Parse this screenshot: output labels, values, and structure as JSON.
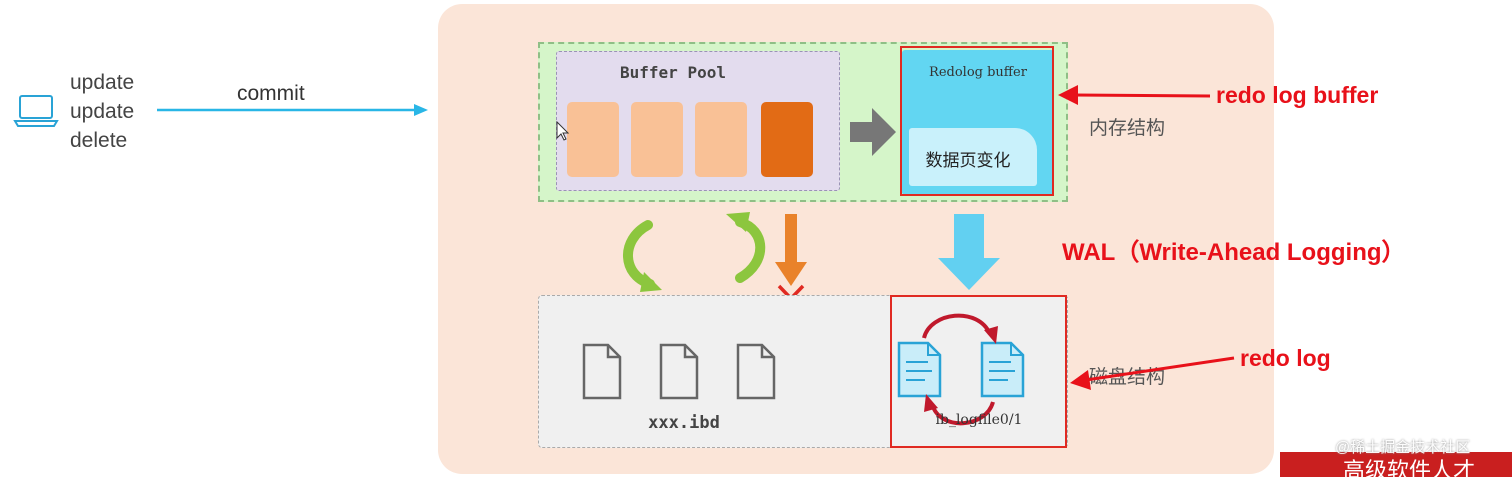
{
  "client": {
    "operations": [
      "update",
      "update",
      "delete"
    ],
    "commit_label": "commit"
  },
  "memory": {
    "buffer_pool_title": "Buffer Pool",
    "redolog_buffer_title": "Redolog buffer",
    "page_change_label": "数据页变化",
    "area_label": "内存结构"
  },
  "disk": {
    "ibd_label": "xxx.ibd",
    "logfile_label": "ib_logfile0/1",
    "area_label": "磁盘结构"
  },
  "annotations": {
    "redo_log_buffer": "redo log buffer",
    "wal": "WAL（Write-Ahead Logging）",
    "redo_log": "redo log"
  },
  "watermark": {
    "line1": "@稀土掘金技术社区",
    "line2": "高级软件人才"
  },
  "colors": {
    "panel_bg": "#fbe5d8",
    "memory_bg": "#d5f5c9",
    "buffer_pool_bg": "#e3dcee",
    "page_light": "#f9c196",
    "page_dirty": "#e26b15",
    "redolog_bg": "#62d6f2",
    "annotation_red": "#e8111a",
    "arrow_blue": "#29b6e6",
    "arrow_green": "#8cc63e"
  }
}
